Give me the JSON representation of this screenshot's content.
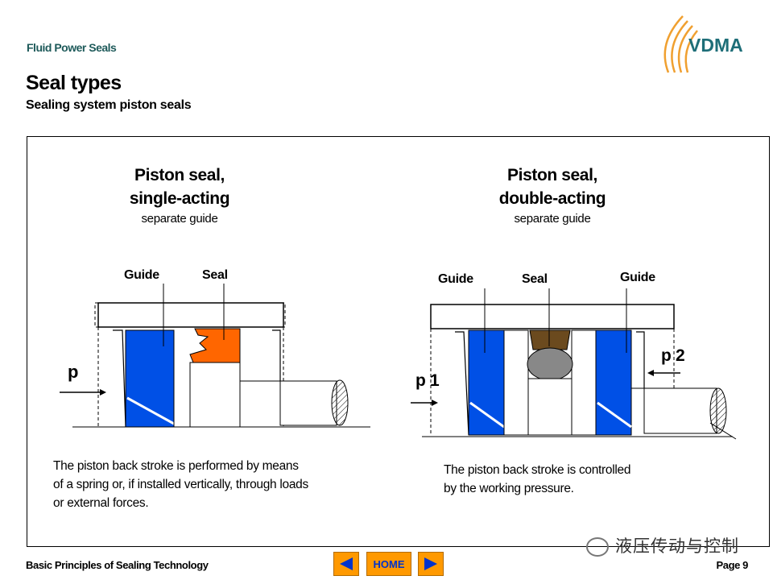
{
  "header": {
    "section": "Fluid Power Seals",
    "title": "Seal types",
    "subtitle": "Sealing system piston seals",
    "logo_text": "VDMA"
  },
  "left_panel": {
    "title_line1": "Piston seal,",
    "title_line2": "single-acting",
    "subtitle": "separate guide",
    "label_guide": "Guide",
    "label_seal": "Seal",
    "label_pressure": "p",
    "desc_line1": "The piston back stroke is performed by means",
    "desc_line2": "of a spring or, if installed vertically, through loads",
    "desc_line3": "or external forces."
  },
  "right_panel": {
    "title_line1": "Piston seal,",
    "title_line2": "double-acting",
    "subtitle": "separate guide",
    "label_guide_left": "Guide",
    "label_seal": "Seal",
    "label_guide_right": "Guide",
    "label_p1": "p 1",
    "label_p2": "p 2",
    "desc_line1": "The piston back stroke is controlled",
    "desc_line2": "by the working pressure."
  },
  "footer": {
    "left_text": "Basic Principles of Sealing Technology",
    "home_label": "HOME",
    "page_label": "Page 9",
    "watermark": "液压传动与控制"
  },
  "colors": {
    "guide_blue": "#0050e6",
    "seal_orange": "#ff6600",
    "seal_brown": "#6b4a1e",
    "oring_grey": "#888888",
    "nav_orange": "#ff9900",
    "nav_arrow_blue": "#0033cc",
    "accent_teal": "#1e5a5a"
  }
}
